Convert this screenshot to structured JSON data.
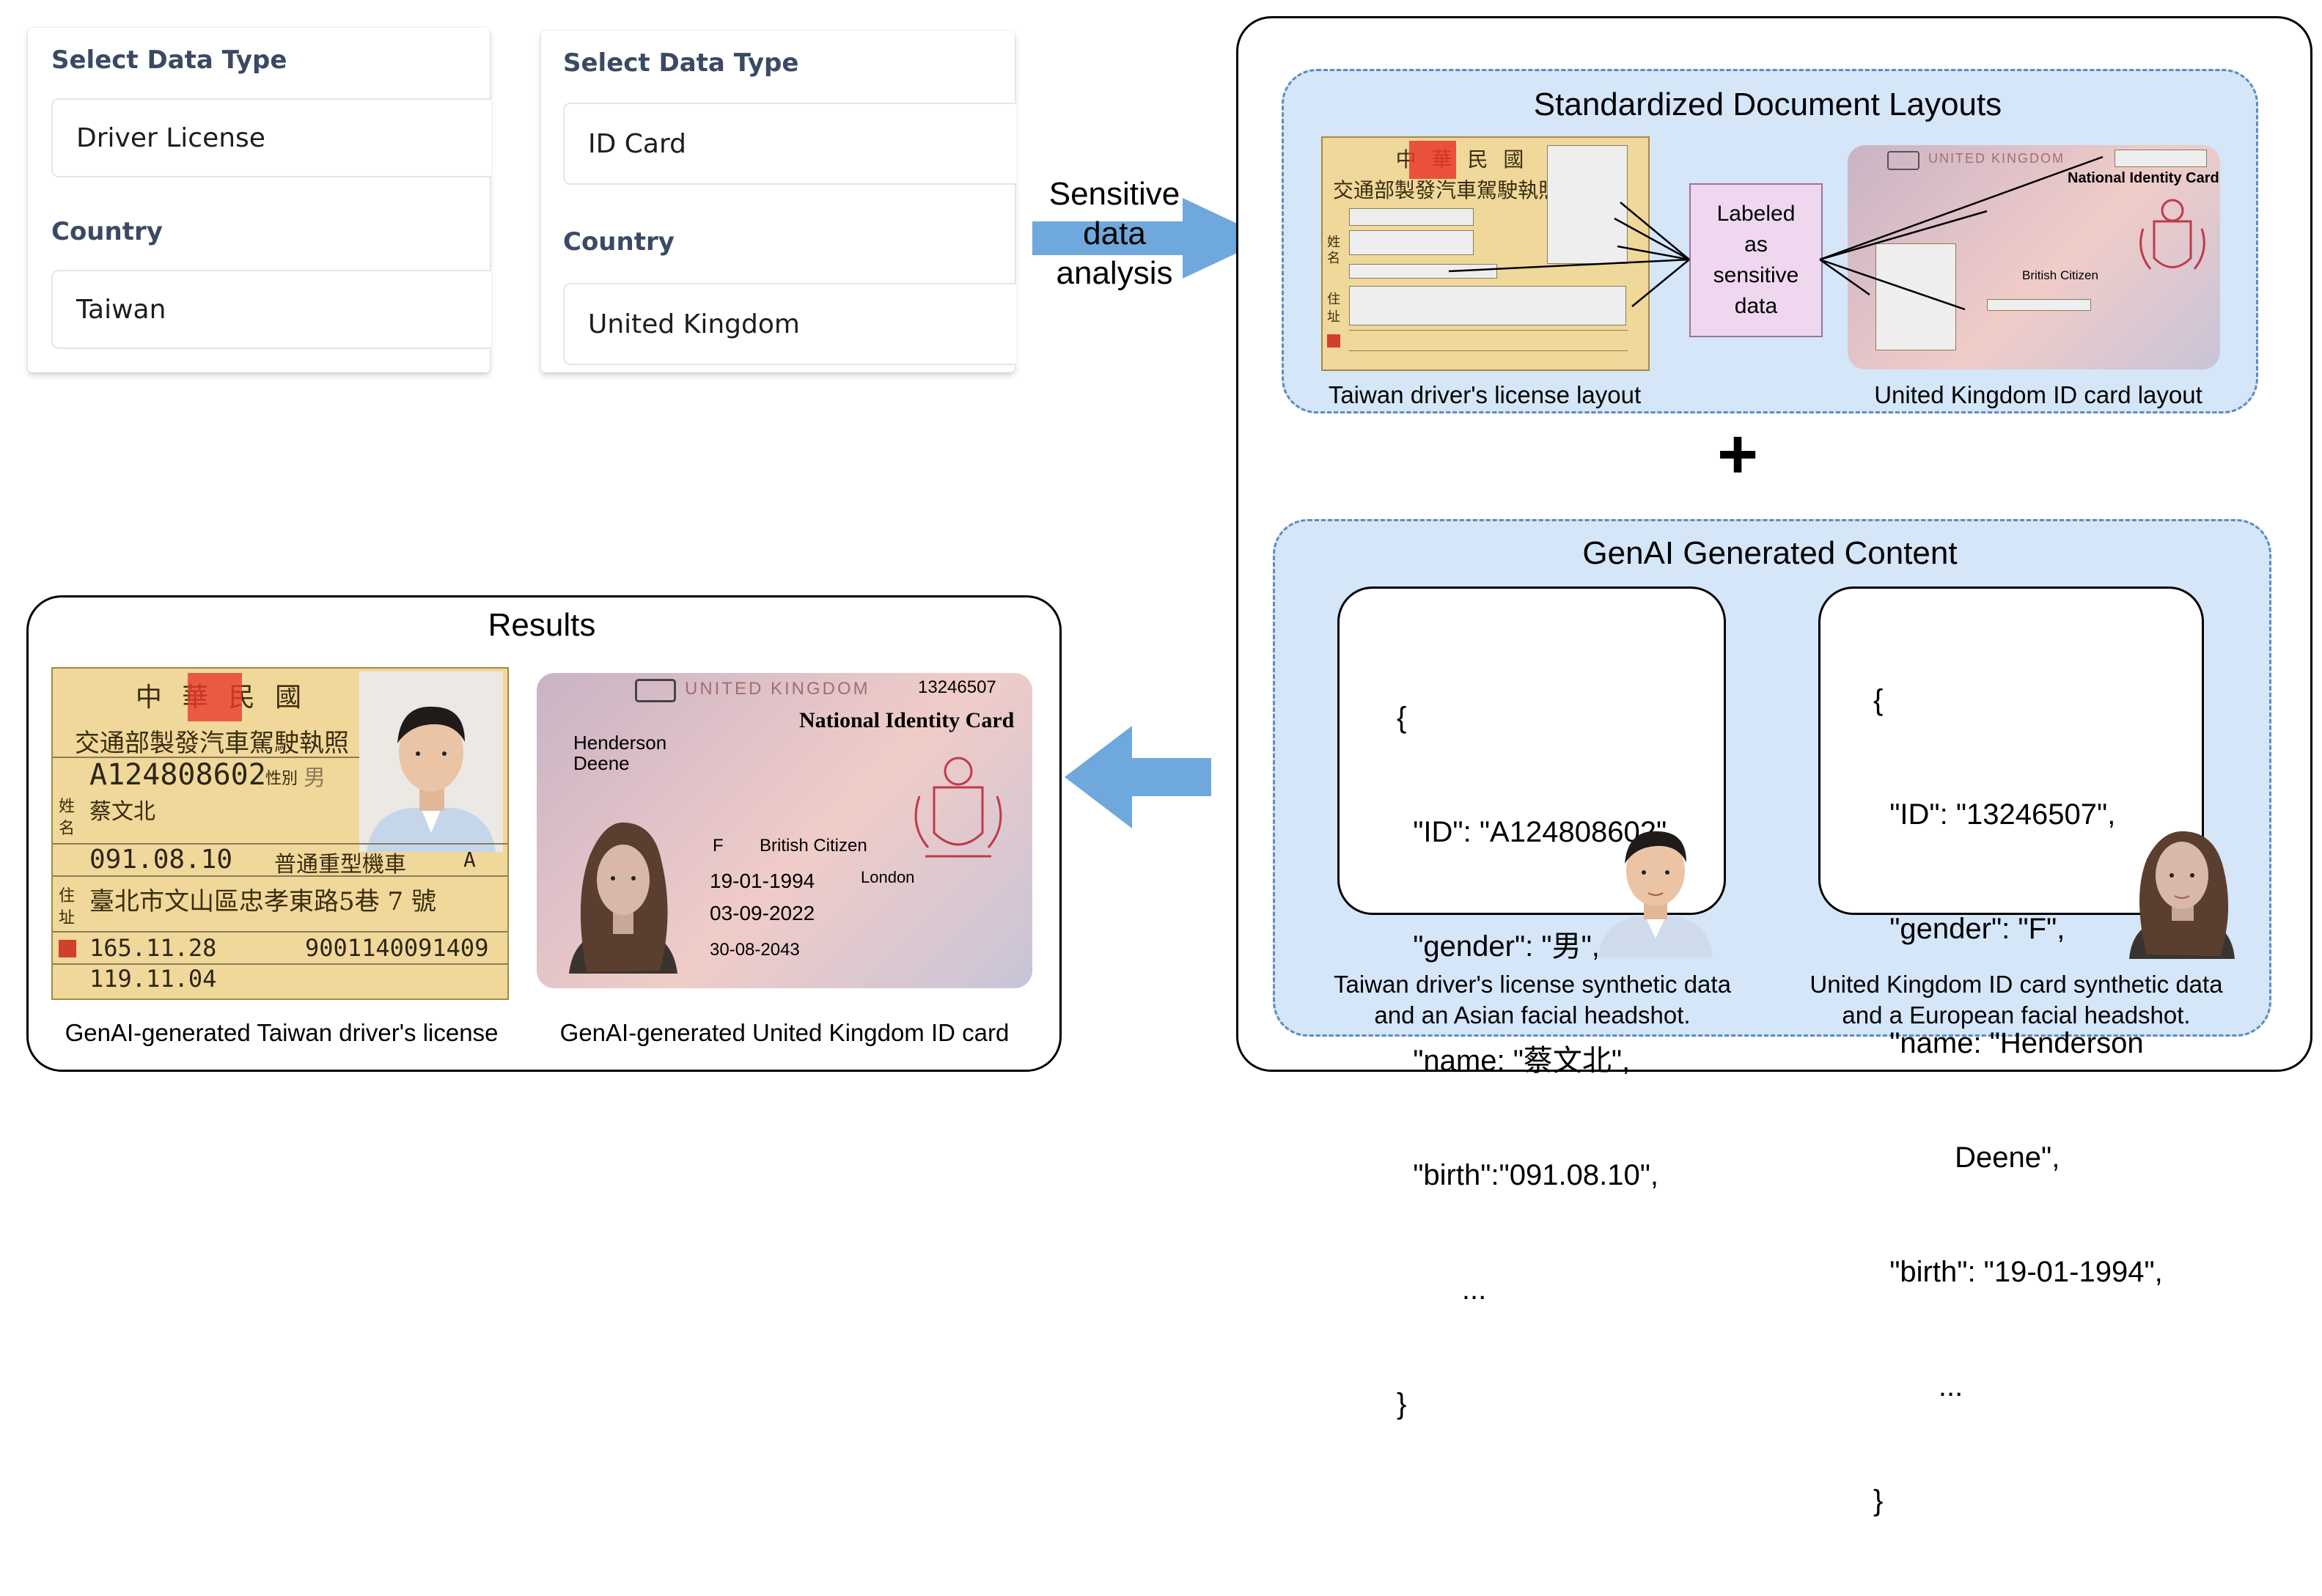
{
  "form_left": {
    "data_type_label": "Select Data Type",
    "data_type_value": "Driver License",
    "country_label": "Country",
    "country_value": "Taiwan"
  },
  "form_right": {
    "data_type_label": "Select Data Type",
    "data_type_value": "ID Card",
    "country_label": "Country",
    "country_value": "United Kingdom"
  },
  "arrow_label": [
    "Sensitive",
    "data",
    "analysis"
  ],
  "layouts": {
    "title": "Standardized Document Layouts",
    "labeled_box": [
      "Labeled",
      "as",
      "sensitive",
      "data"
    ],
    "left_caption": "Taiwan driver's license layout",
    "right_caption": "United Kingdom ID card layout",
    "tw_header": "中 華 民 國",
    "tw_subheader": "交通部製發汽車駕駛執照",
    "tw_side_labels": [
      "姓",
      "名",
      "住",
      "址"
    ],
    "uk_brand": "UNITED KINGDOM",
    "uk_title": "National Identity Card",
    "uk_nationality": "British Citizen"
  },
  "plus": "+",
  "genai": {
    "title": "GenAI Generated Content",
    "tw_json": [
      "{",
      "  \"ID\": \"A124808602\",",
      "  \"gender\": \"男\",",
      "  \"name: \"蔡文北\",",
      "  \"birth\":\"091.08.10\",",
      "        ...",
      "}"
    ],
    "uk_json": [
      "{",
      "  \"ID\": \"13246507\",",
      "  \"gender\": \"F\",",
      "  \"name: \"Henderson",
      "          Deene\",",
      "  \"birth\": \"19-01-1994\",",
      "        ...",
      "}"
    ],
    "tw_caption": [
      "Taiwan driver's license synthetic data",
      "and an Asian facial headshot."
    ],
    "uk_caption": [
      "United Kingdom ID card synthetic data",
      "and a European facial headshot."
    ]
  },
  "results": {
    "title": "Results",
    "tw_caption": "GenAI-generated Taiwan driver's license",
    "uk_caption": "GenAI-generated United Kingdom ID card",
    "tw_card": {
      "header": "中 華 民 國",
      "subheader": "交通部製發汽車駕駛執照",
      "id": "A124808602",
      "gender_label": "性別",
      "gender": "男",
      "name": "蔡文北",
      "birth": "091.08.10",
      "type": "普通重型機車",
      "grade": "A",
      "address": "臺北市文山區忠孝東路5巷 7 號",
      "issue": "165.11.28",
      "number": "9001140091409",
      "expiry": "119.11.04",
      "side_labels": [
        "姓",
        "名",
        "住",
        "址"
      ]
    },
    "uk_card": {
      "brand": "UNITED KINGDOM",
      "number": "13246507",
      "title": "National Identity Card",
      "surname": "Henderson",
      "given": "Deene",
      "sex": "F",
      "nationality": "British Citizen",
      "birth": "19-01-1994",
      "place": "London",
      "issued": "03-09-2022",
      "expiry": "30-08-2043"
    }
  },
  "colors": {
    "arrow": "#6fa8dc",
    "panel_fill": "#d4e6f8",
    "panel_border": "#5d8bc0",
    "label_box": "#efd8ef"
  }
}
